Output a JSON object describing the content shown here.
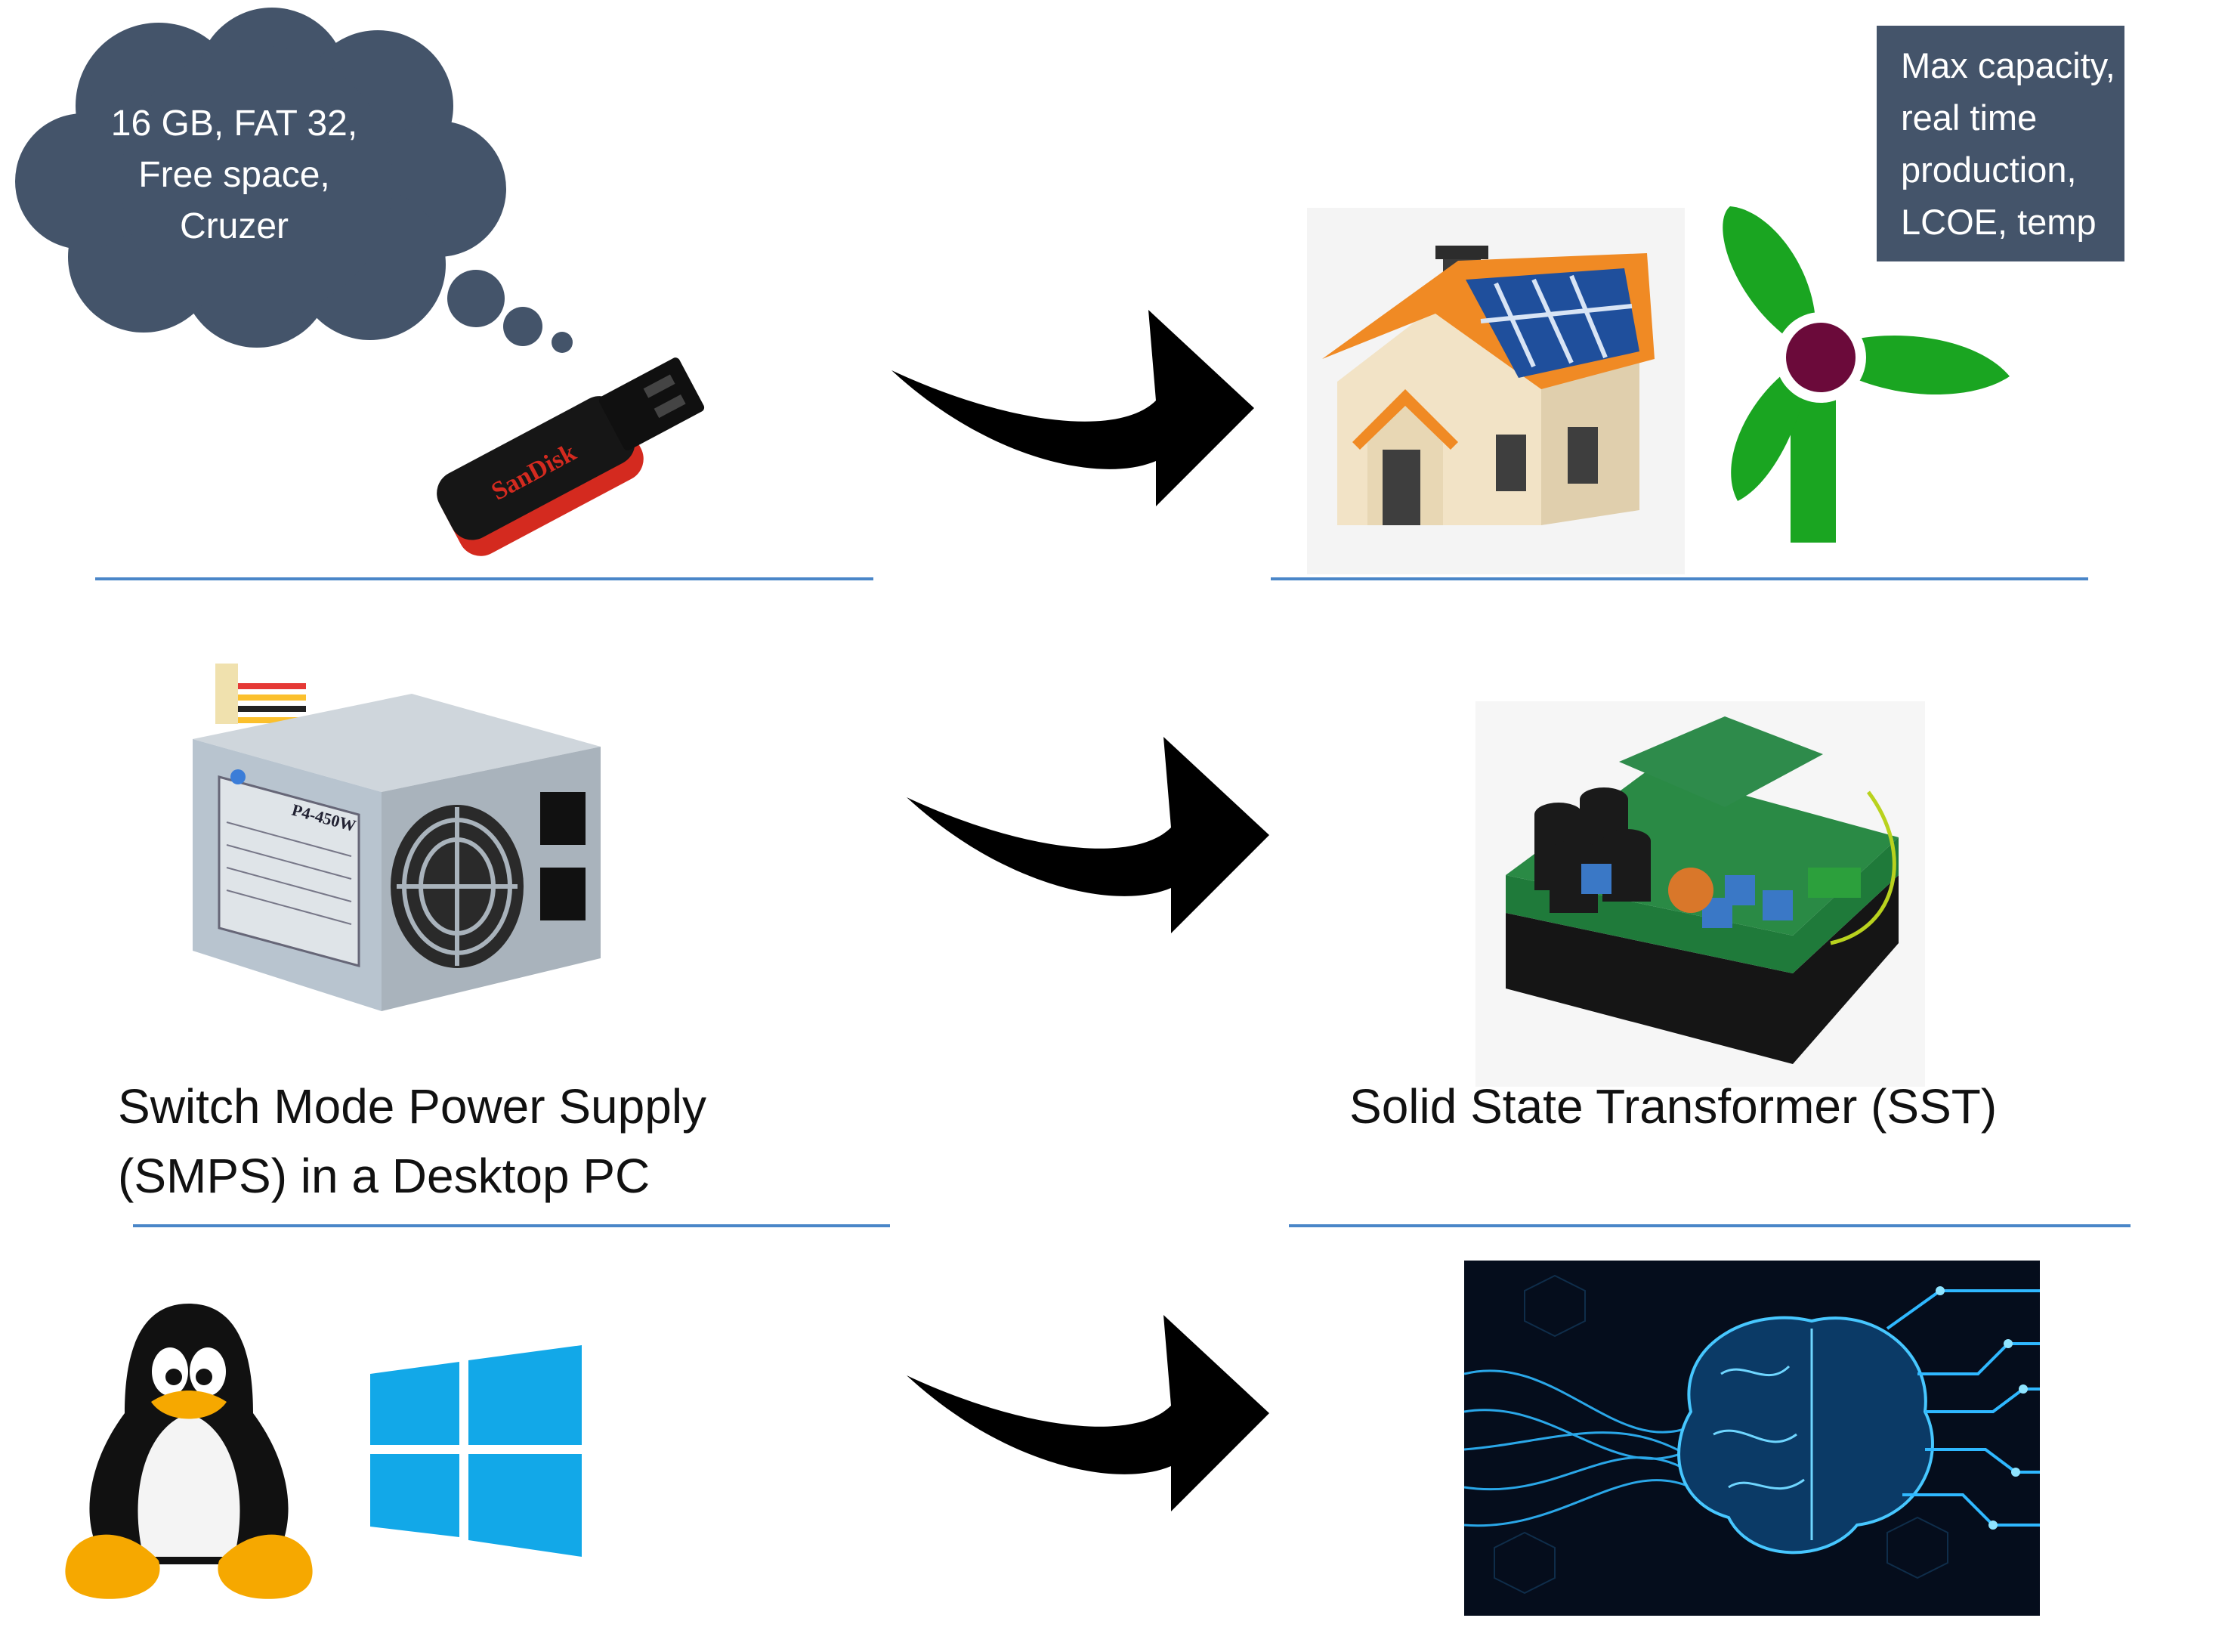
{
  "usb": {
    "thought": [
      "16 GB, FAT 32,",
      "Free space,",
      "Cruzer"
    ],
    "brand": "SanDisk"
  },
  "renewables": {
    "info": [
      "Max capacity,",
      "real time",
      "production,",
      "LCOE, temp"
    ]
  },
  "smps": {
    "caption": [
      "Switch Mode Power Supply",
      "(SMPS) in a Desktop PC"
    ],
    "model": "P4-450W"
  },
  "sst": {
    "caption": "Solid State Transformer (SST)"
  },
  "colors": {
    "cloud": "#44546a",
    "info_box": "#44546a",
    "divider": "#4a86c8",
    "arrow": "#000000",
    "turbine": "#1aa521",
    "turbine_hub": "#6b0a3a",
    "windows": "#12a8e8",
    "roof": "#f08a24",
    "panel": "#1f4f9c"
  },
  "icons": [
    "usb-drive-icon",
    "house-solar-icon",
    "wind-turbine-icon",
    "power-supply-icon",
    "sst-board-icon",
    "linux-penguin-icon",
    "windows-logo-icon",
    "ai-brain-icon"
  ]
}
